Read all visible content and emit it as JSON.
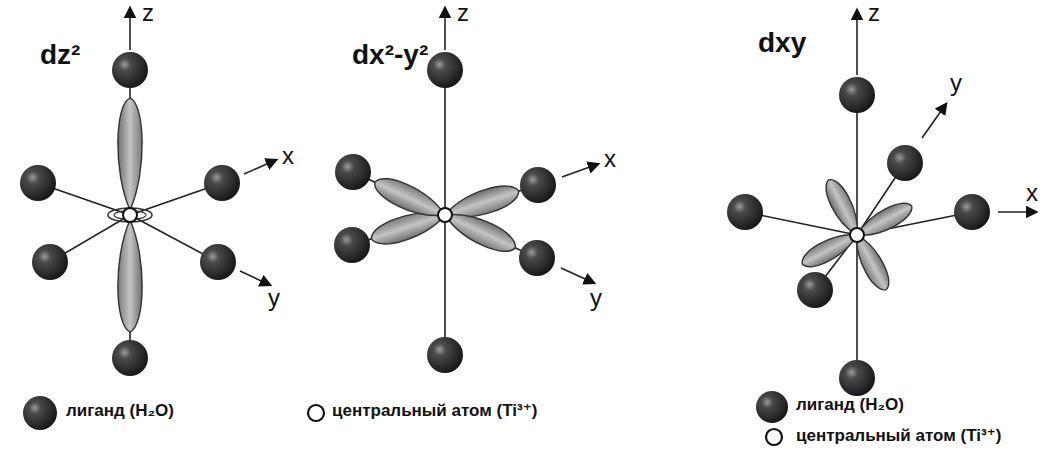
{
  "diagram": {
    "labels": [
      "dz²",
      "dx²-y²",
      "dxy",
      "z",
      "x",
      "y",
      "z",
      "x",
      "y",
      "z",
      "y",
      "x"
    ],
    "legend": [
      {
        "text": "лиганд (H₂O)"
      },
      {
        "text": "центральный атом (Ti³⁺)"
      },
      {
        "text": "лиганд (H₂O)"
      },
      {
        "text": "центральный атом (Ti³⁺)"
      }
    ]
  }
}
